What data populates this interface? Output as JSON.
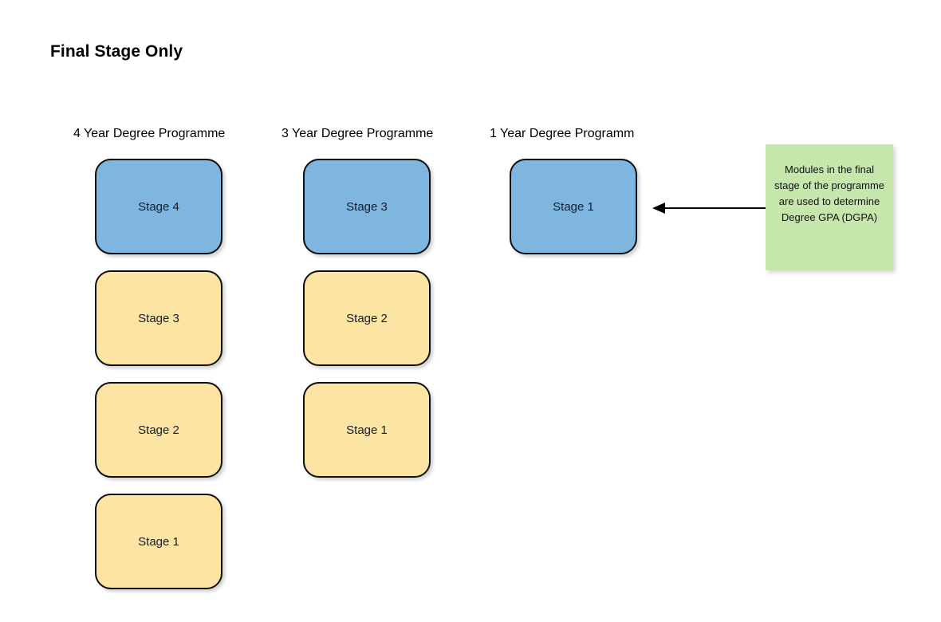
{
  "page": {
    "title": "Final Stage Only",
    "background_color": "#ffffff"
  },
  "colors": {
    "final_stage_fill": "#7EB6E0",
    "other_stage_fill": "#FCE5A3",
    "note_fill": "#C6E7AC",
    "border": "#0f0f0f",
    "text": "#131c2b"
  },
  "columns": [
    {
      "header": "4 Year Degree Programme",
      "boxes": [
        {
          "label": "Stage 4",
          "kind": "final"
        },
        {
          "label": "Stage 3",
          "kind": "other"
        },
        {
          "label": "Stage 2",
          "kind": "other"
        },
        {
          "label": "Stage 1",
          "kind": "other"
        }
      ]
    },
    {
      "header": "3 Year Degree Programme",
      "boxes": [
        {
          "label": "Stage 3",
          "kind": "final"
        },
        {
          "label": "Stage 2",
          "kind": "other"
        },
        {
          "label": "Stage 1",
          "kind": "other"
        }
      ]
    },
    {
      "header": "1 Year Degree Programm",
      "boxes": [
        {
          "label": "Stage 1",
          "kind": "final"
        }
      ]
    }
  ],
  "note": {
    "text": "Modules in the final stage of the programme are used to determine Degree GPA (DGPA)"
  },
  "connector": {
    "direction": "left",
    "from": "note",
    "to": "1-year-stage-1-box"
  }
}
